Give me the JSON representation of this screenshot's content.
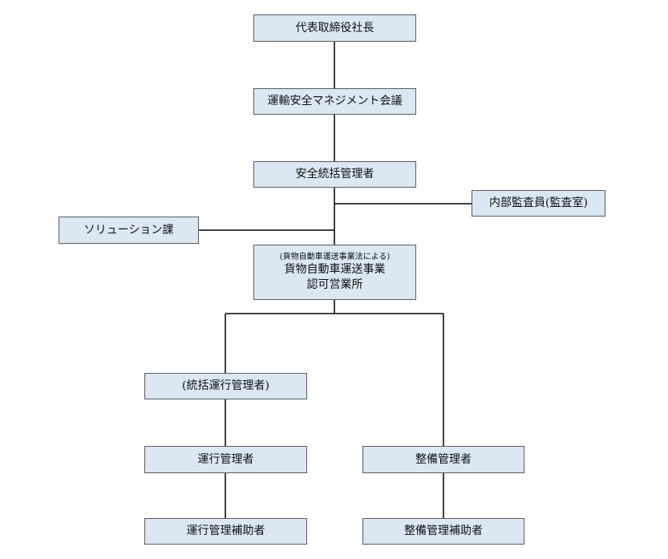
{
  "colors": {
    "box_fill": "#dbe7f3",
    "box_border": "#5a5a5a",
    "line": "#000000",
    "text": "#111111"
  },
  "nodes": {
    "president": "代表取締役社長",
    "safety_council": "運輸安全マネジメント会議",
    "safety_manager": "安全統括管理者",
    "internal_audit": "内部監査員(監査室)",
    "solution_section": "ソリューション課",
    "licensed_office": {
      "note": "(貨物自動車運送事業法による)",
      "line1": "貨物自動車運送事業",
      "line2": "認可営業所"
    },
    "general_ops_manager": "(統括運行管理者)",
    "ops_manager": "運行管理者",
    "maintenance_manager": "整備管理者",
    "ops_assistant": "運行管理補助者",
    "maintenance_assistant": "整備管理補助者"
  }
}
